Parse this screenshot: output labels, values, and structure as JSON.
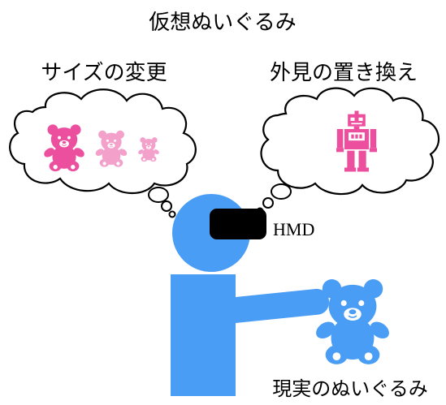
{
  "title": "仮想ぬいぐるみ",
  "left_bubble": {
    "label": "サイズの変更"
  },
  "right_bubble": {
    "label": "外見の置き換え"
  },
  "hmd_label": "HMD",
  "bottom_label": "現実のぬいぐるみ",
  "colors": {
    "person": "#4a9df5",
    "hmd": "#000000",
    "bear_large": "#ec4f9e",
    "bear_medium": "#f3a0cb",
    "bear_small": "#f3a0cb",
    "robot": "#ec4f9e",
    "real_bear": "#4a9df5",
    "bubble_stroke": "#000000"
  },
  "icons": {
    "bear_large": "teddy-bear-icon",
    "bear_medium": "teddy-bear-icon",
    "bear_small": "teddy-bear-icon",
    "robot": "robot-icon",
    "real_bear": "teddy-bear-icon",
    "person": "person-icon",
    "hmd": "head-mounted-display-icon"
  }
}
